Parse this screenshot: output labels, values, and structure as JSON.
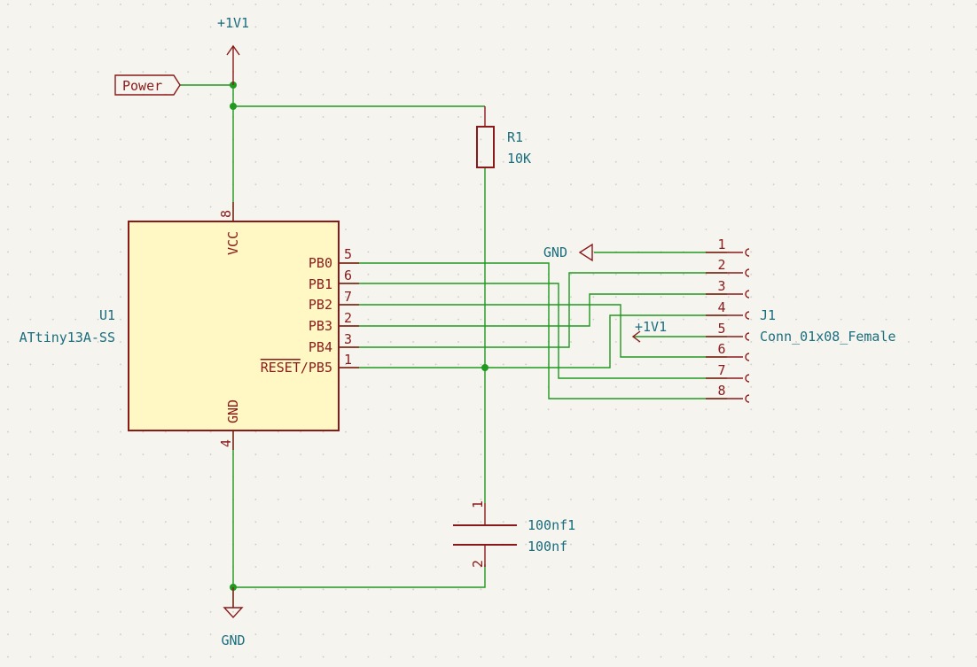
{
  "power": {
    "top_symbol": "+1V1",
    "bottom_symbol": "GND",
    "connector_gnd": "GND",
    "connector_vcc": "+1V1",
    "label": "Power"
  },
  "u1": {
    "ref": "U1",
    "value": "ATtiny13A-SS",
    "vcc_name": "VCC",
    "vcc_pin": "8",
    "gnd_name": "GND",
    "gnd_pin": "4",
    "pins": [
      {
        "name": "PB0",
        "num": "5"
      },
      {
        "name": "PB1",
        "num": "6"
      },
      {
        "name": "PB2",
        "num": "7"
      },
      {
        "name": "PB3",
        "num": "2"
      },
      {
        "name": "PB4",
        "num": "3"
      },
      {
        "name": "PB5",
        "num": "1",
        "overbar": "RESET"
      }
    ]
  },
  "r1": {
    "ref": "R1",
    "value": "10K"
  },
  "c1": {
    "ref": "100nf1",
    "value": "100nf",
    "pin1": "1",
    "pin2": "2"
  },
  "j1": {
    "ref": "J1",
    "value": "Conn_01x08_Female",
    "pins": [
      "1",
      "2",
      "3",
      "4",
      "5",
      "6",
      "7",
      "8"
    ]
  },
  "colors": {
    "background": "#f5f4ef",
    "wire": "#1f9a1f",
    "component": "#8a1a1a",
    "component_fill": "#fff8c4",
    "reference_text": "#1a6e7e"
  }
}
